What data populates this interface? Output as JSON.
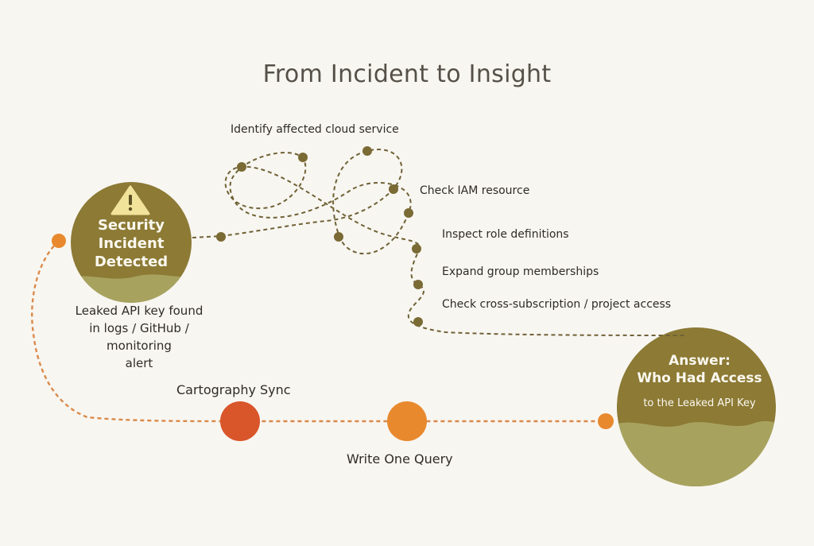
{
  "title": "From Incident to Insight",
  "incident": {
    "label": "Security Incident Detected",
    "label_lines": [
      "Security",
      "Incident",
      "Detected"
    ],
    "note_lines": [
      "Leaked API key found",
      "in logs / GitHub / monitoring",
      "alert"
    ],
    "icon": "warning-icon"
  },
  "manual_steps": [
    "Identify affected cloud service",
    "Check IAM resource",
    "Inspect role definitions",
    "Expand group memberships",
    "Check cross-subscription / project access"
  ],
  "flow": {
    "sync_label": "Cartography Sync",
    "query_label": "Write One Query"
  },
  "answer": {
    "title_lines": [
      "Answer:",
      "Who Had Access"
    ],
    "subtitle": "to the Leaked API Key"
  },
  "colors": {
    "background": "#f8f6f1",
    "olive": "#8c7a35",
    "olive_light": "#a7a35f",
    "tangled_path": "#6f6236",
    "orange": "#e8892e",
    "red_orange": "#d9552a",
    "path_orange": "#d98a4b"
  }
}
